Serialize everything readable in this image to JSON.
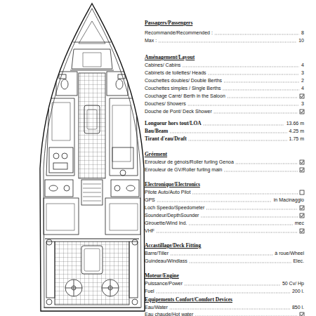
{
  "diagram": {
    "labels": [
      "Passagers/Passengers",
      "Recommandé/Recommended :",
      "8",
      "Max :",
      "10",
      "Aménagement/Layout",
      "Cabines/ Cabins",
      "4",
      "Cabinets de toilettes/ Heads",
      "3",
      "Couchettes doubles/ Double Berths",
      "2",
      "Couchettes simples / Single Berths",
      "4",
      "Couchage Carré/ Berth in the Saloon",
      "Douches/ Showers",
      "3",
      "Douche de Pont/ Deck Shower",
      "Longueur hors tout/LOA",
      "13.66 m",
      "Bau/Beam",
      "4.25 m",
      "Tirant d'eau/Draft",
      "1.75 m",
      "Gréement",
      "Enrouleur de génois/Roller furling Genoa",
      "Enrouleur de GV/Roller furling main",
      "Electronique/Electronics",
      "Pilote Auto/Auto Pilot",
      "GPS",
      "in Macinaggio",
      "Loch Speedo/Speedometer",
      "Soundeur/DepthSounder",
      "Girouette/Wind Ind.",
      "mec",
      "VHF",
      "Accastillage/Deck Fitting",
      "Barre/Tiller",
      "à roue/Wheel",
      "Guindeau/Windlass",
      "Elec.",
      "Moteur/Engine",
      "Puissance/Power",
      "50 Cv/ Hp",
      "Fuel",
      "200 l.",
      "Equipements Confort/Comfort Devices",
      "Eau/Water",
      "850 l.",
      "Eau chaude/Hot water"
    ]
  }
}
